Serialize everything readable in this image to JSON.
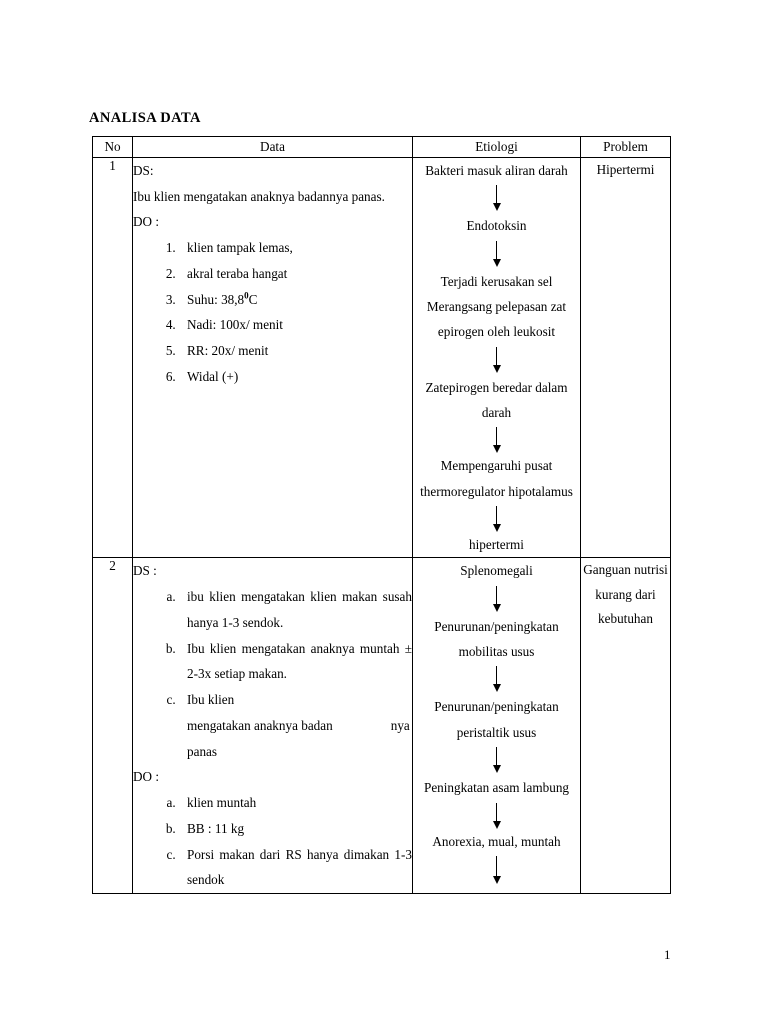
{
  "document": {
    "title": "ANALISA DATA",
    "page_number": "1"
  },
  "table": {
    "headers": {
      "no": "No",
      "data": "Data",
      "etiologi": "Etiologi",
      "problem": "Problem"
    },
    "rows": [
      {
        "no": "1",
        "data": {
          "ds_label": "DS:",
          "ds_text": "Ibu klien mengatakan anaknya badannya panas.",
          "do_label": "DO :",
          "do_items": [
            "klien tampak lemas,",
            "akral teraba hangat",
            "Suhu: 38,8",
            "Nadi: 100x/ menit",
            "RR: 20x/ menit",
            "Widal (+)"
          ],
          "suhu_sup": "0",
          "suhu_unit": "C"
        },
        "etiologi_flow": [
          "Bakteri masuk aliran darah",
          "Endotoksin",
          "Terjadi kerusakan sel",
          "Merangsang pelepasan zat epirogen oleh leukosit",
          "Zatepirogen beredar dalam darah",
          "Mempengaruhi pusat thermoregulator hipotalamus",
          "hipertermi"
        ],
        "problem": "Hipertermi"
      },
      {
        "no": "2",
        "data": {
          "ds_label": "DS :",
          "ds_items": [
            "ibu klien mengatakan klien makan susah hanya 1-3 sendok.",
            "Ibu klien mengatakan anaknya muntah ± 2-3x setiap makan.",
            "Ibu klien mengatakan anaknya badan nya panas"
          ],
          "ds_item_c_part1": "Ibu klien",
          "ds_item_c_part2": "mengatakan anaknya badan",
          "ds_item_c_part3": "nya",
          "ds_item_c_part4": "panas",
          "do_label": "DO :",
          "do_items": [
            "klien muntah",
            "BB : 11 kg",
            "Porsi makan dari RS hanya dimakan 1-3 sendok"
          ]
        },
        "etiologi_flow": [
          "Splenomegali",
          "Penurunan/peningkatan mobilitas usus",
          "Penurunan/peningkatan peristaltik usus",
          "Peningkatan asam lambung",
          "Anorexia, mual, muntah"
        ],
        "problem": "Ganguan nutrisi kurang dari kebutuhan"
      }
    ]
  }
}
